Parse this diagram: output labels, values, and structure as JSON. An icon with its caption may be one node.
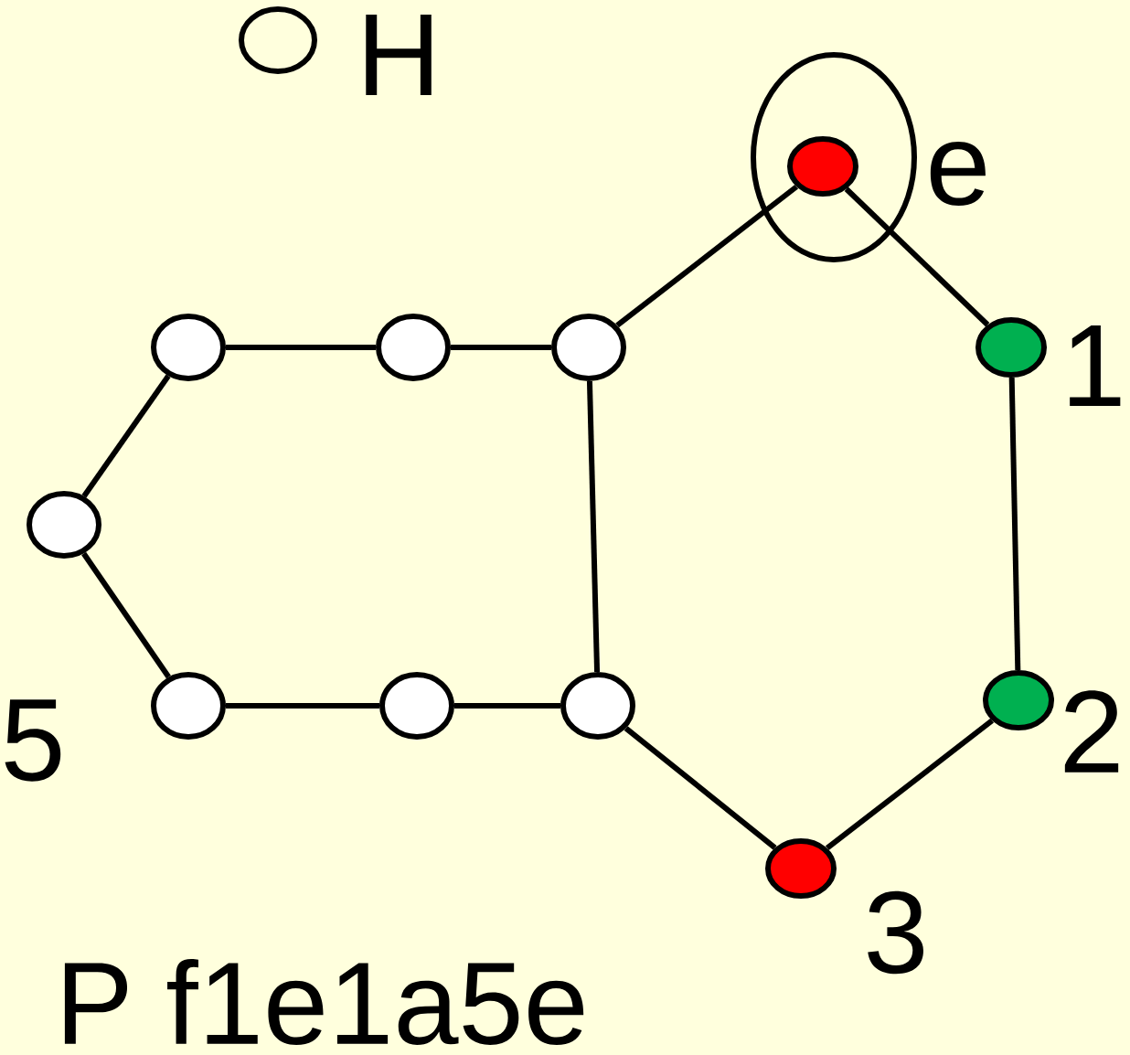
{
  "diagram": {
    "nodes": [
      {
        "text": [],
        "shape": "ellipse"
      },
      {
        "text": [],
        "shape": "circle",
        "in": 0,
        "beside": [
          "e"
        ]
      },
      {
        "text": [],
        "shape": "circle"
      },
      {
        "text": [],
        "shape": "circle"
      },
      {
        "text": [],
        "shape": "circle"
      },
      {
        "text": [],
        "shape": "circle",
        "beside": [
          "1"
        ]
      },
      {
        "text": [],
        "shape": "circle"
      },
      {
        "text": [],
        "shape": "circle"
      },
      {
        "text": [],
        "shape": "circle"
      },
      {
        "text": [],
        "shape": "circle"
      },
      {
        "text": [],
        "shape": "circle",
        "beside": [
          "2"
        ]
      },
      {
        "text": [],
        "shape": "circle",
        "beside": [
          "3"
        ]
      }
    ],
    "edges": [
      {
        "from": 1,
        "to": 4,
        "arrow": "none"
      },
      {
        "from": 1,
        "to": 5,
        "arrow": "none"
      },
      {
        "from": 2,
        "to": 3,
        "arrow": "none"
      },
      {
        "from": 3,
        "to": 4,
        "arrow": "none"
      },
      {
        "from": 4,
        "to": 9,
        "arrow": "none"
      },
      {
        "from": 5,
        "to": 10,
        "arrow": "none"
      },
      {
        "from": 2,
        "to": 6,
        "arrow": "none"
      },
      {
        "from": 6,
        "to": 7,
        "arrow": "none"
      },
      {
        "from": 7,
        "to": 8,
        "arrow": "none"
      },
      {
        "from": 8,
        "to": 9,
        "arrow": "none"
      },
      {
        "from": 9,
        "to": 11,
        "arrow": "none"
      },
      {
        "from": 11,
        "to": 10,
        "arrow": "none"
      }
    ],
    "labels": [
      "H",
      "5",
      "P f1e1a5e"
    ]
  }
}
